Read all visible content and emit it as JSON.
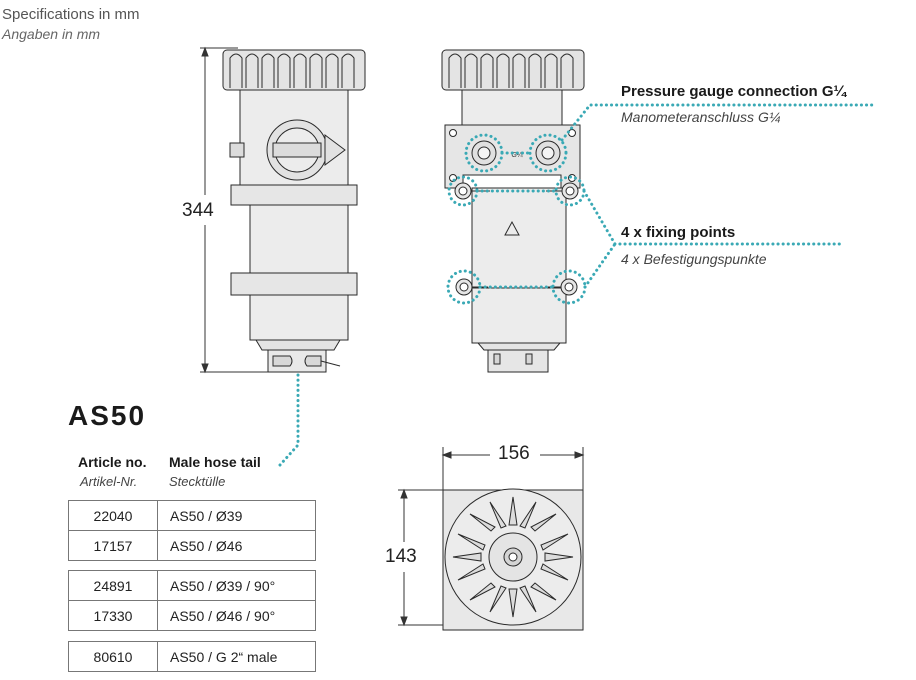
{
  "header": {
    "spec_en": "Specifications in mm",
    "spec_de": "Angaben in mm"
  },
  "callouts": {
    "gauge_en": "Pressure gauge connection G¼",
    "gauge_de": "Manometeranschluss G¼",
    "gauge_mark": "G¼",
    "fixing_en": "4 x fixing points",
    "fixing_de": "4 x Befestigungspunkte"
  },
  "dimensions": {
    "height": "344",
    "width": "156",
    "depth": "143"
  },
  "product": {
    "model": "AS50"
  },
  "table": {
    "col_article_en": "Article no.",
    "col_article_de": "Artikel-Nr.",
    "col_hose_en": "Male hose tail",
    "col_hose_de": "Stecktülle",
    "groups": [
      [
        {
          "article": "22040",
          "name": "AS50 / Ø39"
        },
        {
          "article": "17157",
          "name": "AS50 / Ø46"
        }
      ],
      [
        {
          "article": "24891",
          "name": "AS50 / Ø39 / 90°"
        },
        {
          "article": "17330",
          "name": "AS50 / Ø46 / 90°"
        }
      ],
      [
        {
          "article": "80610",
          "name": "AS50 / G 2“ male"
        }
      ]
    ]
  },
  "colors": {
    "line": "#2a2a2a",
    "fill": "#ececec",
    "accent_dots": "#3aa9b5"
  }
}
